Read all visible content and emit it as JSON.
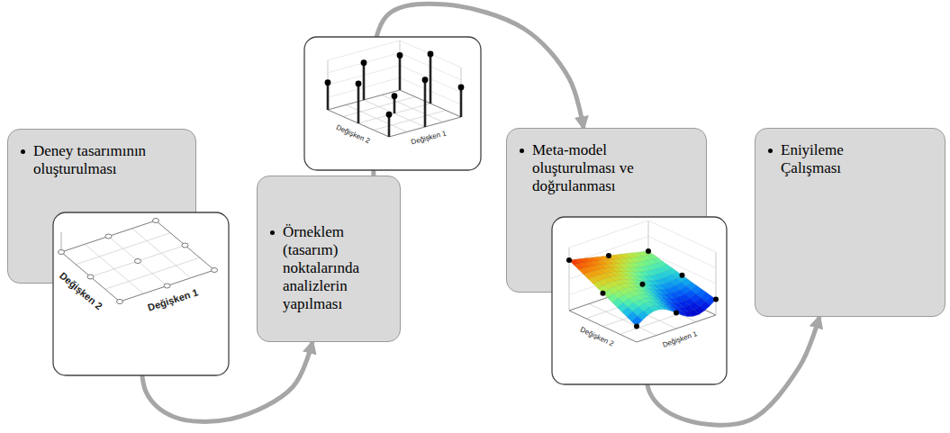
{
  "diagram": {
    "nodes": [
      {
        "text": [
          "Deney tasarımının oluşturulması"
        ]
      },
      {
        "text": [
          "Örneklem (tasarım) noktalarında analizlerin yapılması"
        ]
      },
      {
        "text": [
          "Meta-model oluşturulması ve doğrulanması"
        ]
      },
      {
        "text": [
          "Eniyileme Çalışması"
        ]
      }
    ],
    "edges": [
      {
        "from": 0,
        "to": 1,
        "arrow": "to"
      },
      {
        "from": 1,
        "to": 2,
        "arrow": "to"
      },
      {
        "from": 2,
        "to": 3,
        "arrow": "to"
      }
    ],
    "labels": [
      "Değişken 2",
      "Değişken 1",
      "Değişken 2",
      "Değişken 1",
      "Değişken 2",
      "Değişken 1"
    ]
  }
}
